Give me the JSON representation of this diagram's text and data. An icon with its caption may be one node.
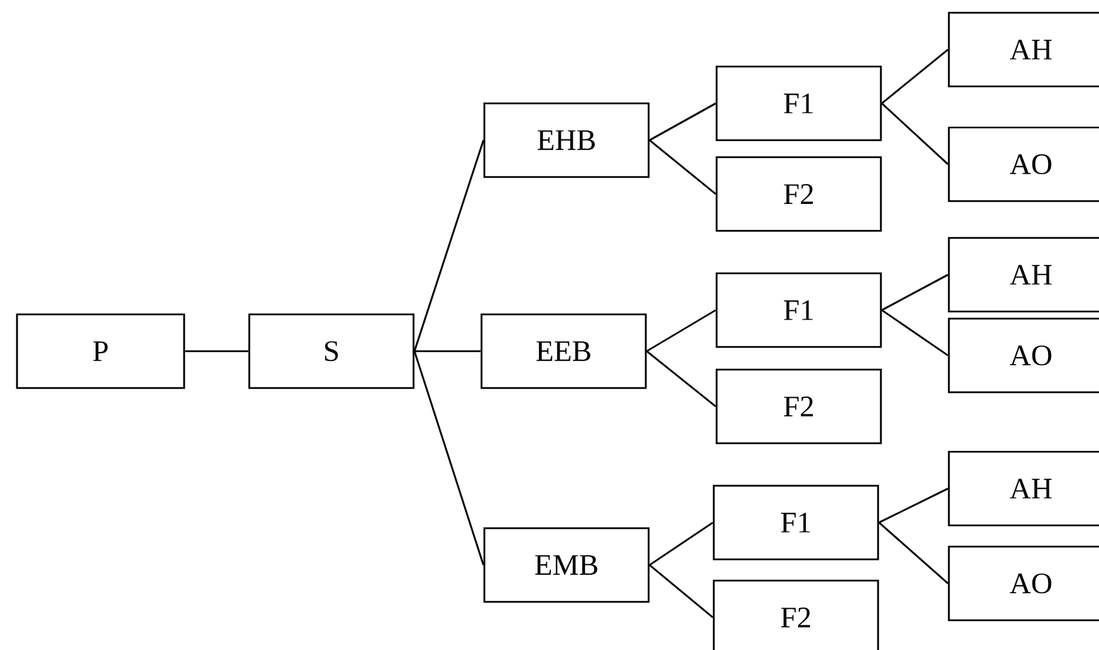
{
  "diagram": {
    "nodes": [
      {
        "text": [
          "P"
        ]
      },
      {
        "text": [
          "S"
        ]
      },
      {
        "text": [
          "EHB"
        ]
      },
      {
        "text": [
          "F1"
        ]
      },
      {
        "text": [
          "F2"
        ]
      },
      {
        "text": [
          "AH"
        ]
      },
      {
        "text": [
          "AO"
        ]
      },
      {
        "text": [
          "EEB"
        ]
      },
      {
        "text": [
          "F1"
        ]
      },
      {
        "text": [
          "F2"
        ]
      },
      {
        "text": [
          "AH"
        ]
      },
      {
        "text": [
          "AO"
        ]
      },
      {
        "text": [
          "EMB"
        ]
      },
      {
        "text": [
          "F1"
        ]
      },
      {
        "text": [
          "F2"
        ]
      },
      {
        "text": [
          "AH"
        ]
      },
      {
        "text": [
          "AO"
        ]
      }
    ],
    "edges": [
      {
        "from": 0,
        "to": 1,
        "arrow": "none"
      },
      {
        "from": 1,
        "to": 2,
        "arrow": "none"
      },
      {
        "from": 1,
        "to": 7,
        "arrow": "none"
      },
      {
        "from": 1,
        "to": 12,
        "arrow": "none"
      },
      {
        "from": 2,
        "to": 3,
        "arrow": "none"
      },
      {
        "from": 2,
        "to": 4,
        "arrow": "none"
      },
      {
        "from": 3,
        "to": 5,
        "arrow": "none"
      },
      {
        "from": 3,
        "to": 6,
        "arrow": "none"
      },
      {
        "from": 7,
        "to": 8,
        "arrow": "none"
      },
      {
        "from": 7,
        "to": 9,
        "arrow": "none"
      },
      {
        "from": 8,
        "to": 10,
        "arrow": "none"
      },
      {
        "from": 8,
        "to": 11,
        "arrow": "none"
      },
      {
        "from": 12,
        "to": 13,
        "arrow": "none"
      },
      {
        "from": 12,
        "to": 14,
        "arrow": "none"
      },
      {
        "from": 13,
        "to": 15,
        "arrow": "none"
      },
      {
        "from": 13,
        "to": 16,
        "arrow": "none"
      }
    ]
  }
}
